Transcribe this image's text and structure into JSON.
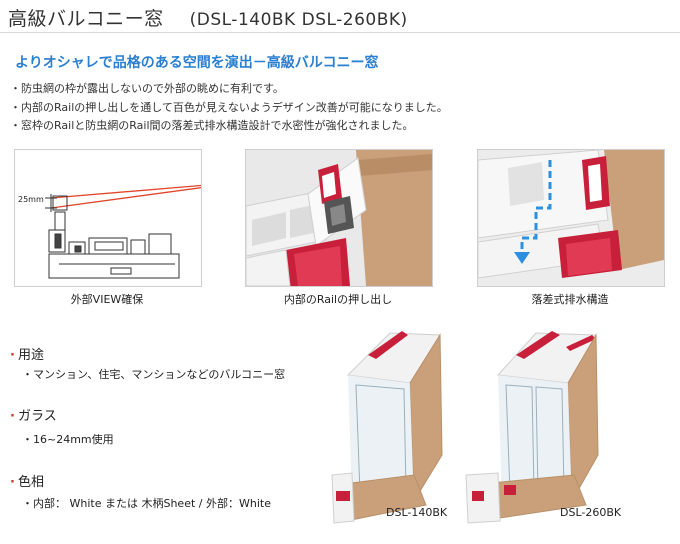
{
  "header": {
    "title": "高級バルコニー窓",
    "model": "(DSL-140BK DSL-260BK)"
  },
  "intro": {
    "headline": "よりオシャレで品格のある空間を演出－高級バルコニー窓",
    "bullets": [
      "防虫網の枠が露出しないので外部の眺めに有利です。",
      "内部のRailの押し出しを通して百色が見えないようデザイン改善が可能になりました。",
      "窓枠のRailと防虫網のRail間の落差式排水構造設計で水密性が強化されました。"
    ]
  },
  "figures": [
    {
      "caption": "外部VIEW確保",
      "dimension": "25mm"
    },
    {
      "caption": "内部のRailの押し出し"
    },
    {
      "caption": "落差式排水構造"
    }
  ],
  "specs": {
    "usage": {
      "heading": "用途",
      "text": "マンション、住宅、マンションなどのバルコニー窓"
    },
    "glass": {
      "heading": "ガラス",
      "text": "16~24mm使用"
    },
    "color": {
      "heading": "色相",
      "text": "内部：  White  または  木柄Sheet  /  外部：White"
    }
  },
  "products": [
    {
      "label": "DSL-140BK"
    },
    {
      "label": "DSL-260BK"
    }
  ],
  "colors": {
    "accent_blue": "#2a7fd0",
    "wood": "#c9a07a",
    "frame_red": "#c8203a",
    "sight_line": "#e0462b"
  }
}
